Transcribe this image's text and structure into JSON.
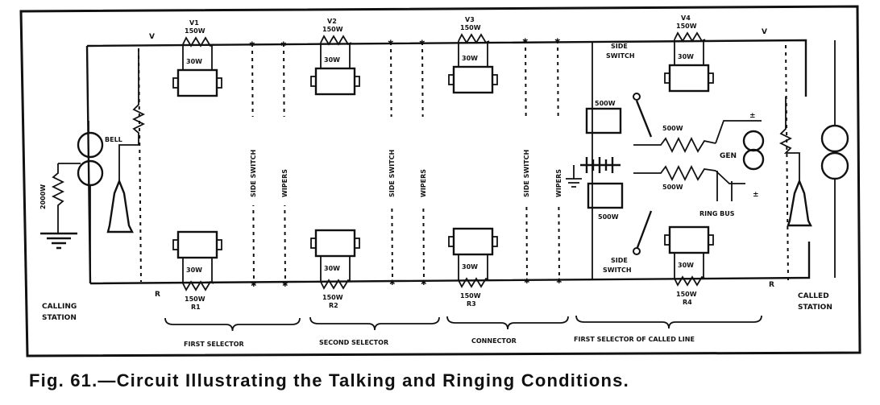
{
  "figure": {
    "caption": "Fig. 61.—Circuit Illustrating the Talking and Ringing Conditions.",
    "stations": {
      "calling": [
        "CALLING",
        "STATION"
      ],
      "called": [
        "CALLED",
        "STATION"
      ]
    },
    "line_labels": {
      "top": "V",
      "bottom": "R"
    },
    "calling_station": {
      "bell_label": "BELL",
      "resistor_label": "2000W"
    },
    "relays": [
      {
        "top_label": "V1",
        "top_res": "150W",
        "top_coil": "30W",
        "bottom_label": "R1",
        "bottom_res": "150W",
        "bottom_coil": "30W"
      },
      {
        "top_label": "V2",
        "top_res": "150W",
        "top_coil": "30W",
        "bottom_label": "R2",
        "bottom_res": "150W",
        "bottom_coil": "30W"
      },
      {
        "top_label": "V3",
        "top_res": "150W",
        "top_coil": "30W",
        "bottom_label": "R3",
        "bottom_res": "150W",
        "bottom_coil": "30W"
      },
      {
        "top_label": "V4",
        "top_res": "150W",
        "top_coil": "30W",
        "bottom_label": "R4",
        "bottom_res": "150W",
        "bottom_coil": "30W"
      }
    ],
    "dashed_labels": {
      "side_switch": "SIDE SWITCH",
      "wipers": "WIPERS"
    },
    "ringing_section": {
      "side_switch": [
        "SIDE",
        "SWITCH"
      ],
      "relay_top": "500W",
      "relay_bottom": "500W",
      "coil_top": "500W",
      "coil_bottom": "500W",
      "generator": "GEN",
      "ring_bus": "RING BUS",
      "polarity_top": "±",
      "polarity_bottom": "±"
    },
    "sections": [
      "FIRST SELECTOR",
      "SECOND SELECTOR",
      "CONNECTOR",
      "FIRST SELECTOR OF CALLED LINE"
    ]
  }
}
